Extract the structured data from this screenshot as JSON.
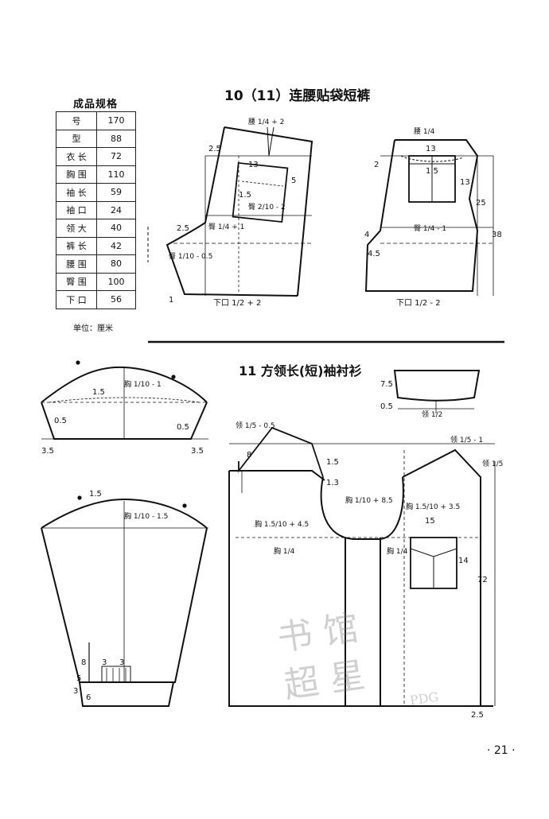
{
  "spec": {
    "title": "成品规格",
    "rows": [
      {
        "k": "号",
        "v": "170"
      },
      {
        "k": "型",
        "v": "88"
      },
      {
        "k": "衣  长",
        "v": "72"
      },
      {
        "k": "胸  围",
        "v": "110"
      },
      {
        "k": "袖  长",
        "v": "59"
      },
      {
        "k": "袖  口",
        "v": "24"
      },
      {
        "k": "领  大",
        "v": "40"
      },
      {
        "k": "裤  长",
        "v": "42"
      },
      {
        "k": "腰  围",
        "v": "80"
      },
      {
        "k": "臀  围",
        "v": "100"
      },
      {
        "k": "下  口",
        "v": "56"
      }
    ],
    "unit": "单位：厘米"
  },
  "section1_title": "10（11）连腰贴袋短裤",
  "section2_title": "11  方领长(短)袖衬衫",
  "page_number": "· 21 ·",
  "labels": {
    "waist_q2": "腰 1/4 + 2",
    "waist_q": "腰 1/4",
    "hip_q1": "臀 1/4 + 1",
    "hip_q_minus": "臀 1/4 - 1",
    "hip_10_05": "臀 1/10 - 0.5",
    "hip_2_10": "臀 2/10 - 2",
    "hem_front": "下口 1/2 + 2",
    "hem_back": "下口 1/2 - 2",
    "sleeve_chest1": "胸 1/10 - 1",
    "sleeve_chest2": "胸 1/10 - 1.5",
    "collar_q": "领 1/2",
    "collar_front": "领 1/5 - 0.5",
    "collar_back": "领 1/5 - 1",
    "collar_back2": "领 1/5",
    "chest_85": "胸 1/10 + 8.5",
    "chest_45": "胸 1.5/10 + 4.5",
    "chest_35": "胸 1.5/10 + 3.5",
    "chest_q": "胸 1/4"
  },
  "stamp_text": "PDG"
}
